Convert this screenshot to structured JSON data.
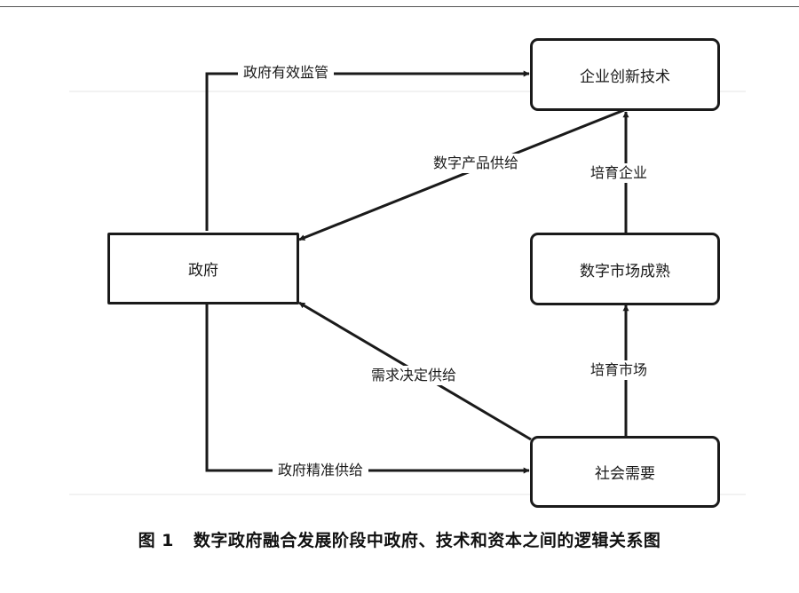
{
  "nodes": {
    "enterprise_tech": "企业创新技术",
    "government": "政府",
    "digital_market": "数字市场成熟",
    "social_needs": "社会需要"
  },
  "edges": {
    "gov_supervision": "政府有效监管",
    "digital_product_supply": "数字产品供给",
    "cultivate_enterprise": "培育企业",
    "demand_decides_supply": "需求决定供给",
    "cultivate_market": "培育市场",
    "gov_precise_supply": "政府精准供给"
  },
  "caption": {
    "number": "图 1",
    "text": "数字政府融合发展阶段中政府、技术和资本之间的逻辑关系图"
  }
}
